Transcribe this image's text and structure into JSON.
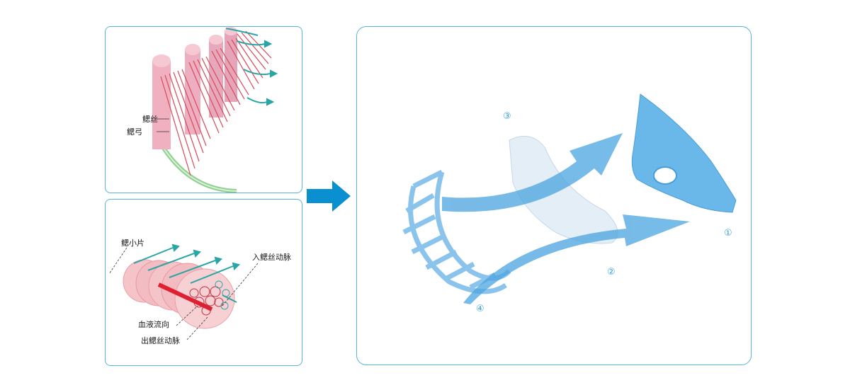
{
  "gill_top": {
    "labels": {
      "filament": "鳃丝",
      "arch": "鳃弓"
    }
  },
  "gill_bottom": {
    "labels": {
      "lamella": "鳃小片",
      "afferent_artery": "入鳃丝动脉",
      "blood_flow": "血液流向",
      "efferent_artery": "出鳃丝动脉"
    }
  },
  "mask": {
    "part_numbers": [
      "①",
      "②",
      "③",
      "④"
    ]
  },
  "colors": {
    "panel_border": "#5ab4d8",
    "arrow": "#0a8fd0",
    "gill_red": "#d84a58",
    "gill_pink": "#f2b8c0",
    "mask_blue": "#6ab7ea",
    "flow_blue": "#4aa4e0"
  }
}
